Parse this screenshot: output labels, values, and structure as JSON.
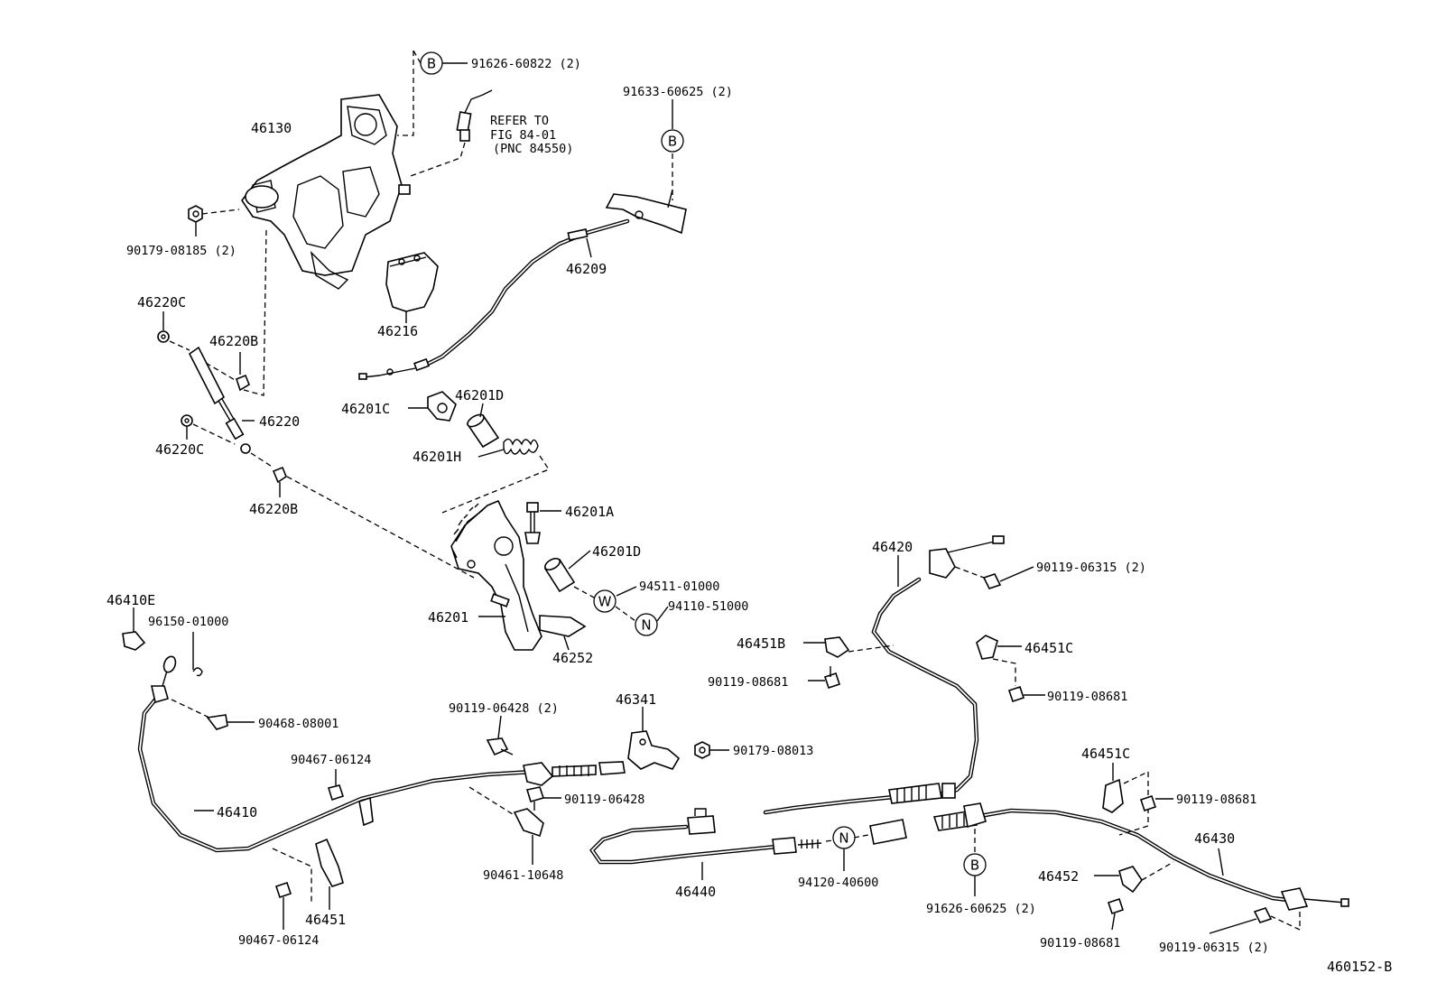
{
  "diagram_id": "460152-B",
  "note": {
    "line1": "REFER TO",
    "line2": "FIG 84-01",
    "line3": "(PNC 84550)"
  },
  "markers": {
    "B": "B",
    "W": "W",
    "N": "N"
  },
  "parts": {
    "p91626_60822": "91626-60822 (2)",
    "p91633_60625": "91633-60625 (2)",
    "p46130": "46130",
    "p90179_08185": "90179-08185 (2)",
    "p46209": "46209",
    "p46216": "46216",
    "p46220C_a": "46220C",
    "p46220B_a": "46220B",
    "p46220": "46220",
    "p46220C_b": "46220C",
    "p46220B_b": "46220B",
    "p46201C": "46201C",
    "p46201D_a": "46201D",
    "p46201H": "46201H",
    "p46201A": "46201A",
    "p46201D_b": "46201D",
    "p94511_01000": "94511-01000",
    "p94110_51000": "94110-51000",
    "p46201": "46201",
    "p46252": "46252",
    "p46420": "46420",
    "p90119_06315_a": "90119-06315 (2)",
    "p46451B": "46451B",
    "p46451C_a": "46451C",
    "p90119_08681_a": "90119-08681",
    "p90119_08681_b": "90119-08681",
    "p46410E": "46410E",
    "p96150_01000": "96150-01000",
    "p90468_08001": "90468-08001",
    "p90119_06428_2": "90119-06428 (2)",
    "p46341": "46341",
    "p90179_08013": "90179-08013",
    "p90467_06124_a": "90467-06124",
    "p90119_06428": "90119-06428",
    "p46410": "46410",
    "p90461_10648": "90461-10648",
    "p46451C_b": "46451C",
    "p90119_08681_c": "90119-08681",
    "p46430": "46430",
    "p46440": "46440",
    "p94120_40600": "94120-40600",
    "p91626_60625": "91626-60625 (2)",
    "p46452": "46452",
    "p46451": "46451",
    "p90467_06124_b": "90467-06124",
    "p90119_08681_d": "90119-08681",
    "p90119_06315_b": "90119-06315 (2)"
  }
}
